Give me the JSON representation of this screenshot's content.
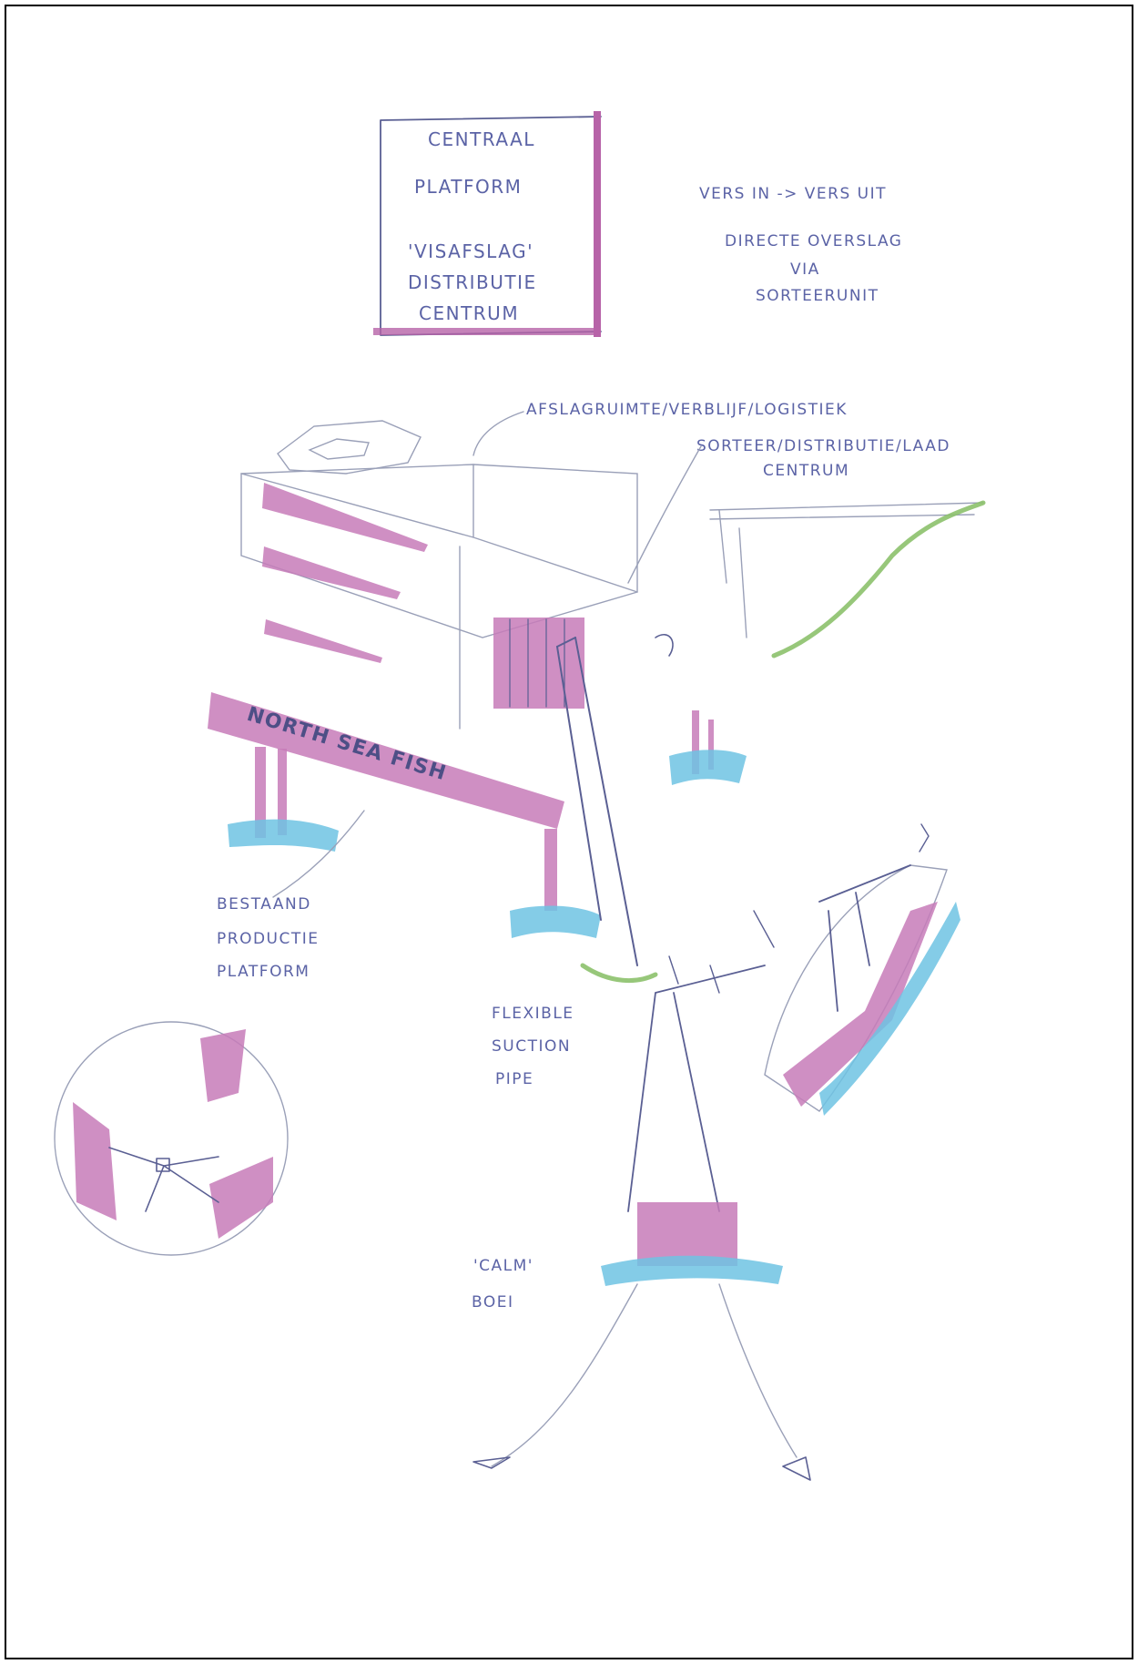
{
  "title_box": {
    "line1": "CENTRAAL",
    "line2": "PLATFORM",
    "line3": "'VISAFSLAG'",
    "line4": "DISTRIBUTIE",
    "line5": "CENTRUM"
  },
  "note_top_right": {
    "line1": "VERS IN -> VERS UIT",
    "line2": "DIRECTE OVERSLAG",
    "line3": "VIA",
    "line4": "SORTEERUNIT"
  },
  "platform_label": {
    "line1": "AFSLAGRUIMTE/VERBLIJF/LOGISTIEK",
    "line2": "SORTEER/DISTRIBUTIE/LAAD",
    "line3": "CENTRUM"
  },
  "deck_text": "NORTH SEA FISH",
  "production_label": {
    "line1": "BESTAAND",
    "line2": "PRODUCTIE",
    "line3": "PLATFORM"
  },
  "pipe_label": {
    "line1": "FLEXIBLE",
    "line2": "SUCTION",
    "line3": "PIPE"
  },
  "buoy_label": {
    "line1": "'CALM'",
    "line2": "BOEI"
  },
  "colors": {
    "magenta": "#b763a8",
    "water_blue": "#6ec3e3",
    "pipe_green": "#8cc16c",
    "ink": "#5a5f93"
  }
}
